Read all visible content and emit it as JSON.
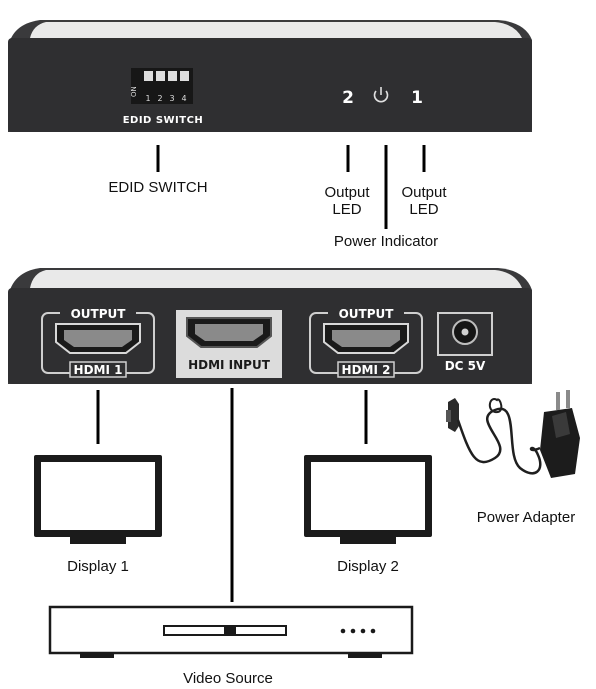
{
  "front_panel": {
    "dip_numbers": [
      "1",
      "2",
      "3",
      "4"
    ],
    "dip_side_text": "ON",
    "switch_label": "EDID SWITCH",
    "led_2": "2",
    "led_1": "1"
  },
  "callouts": {
    "edid_switch": "EDID SWITCH",
    "output_led_left": [
      "Output",
      "LED"
    ],
    "output_led_right": [
      "Output",
      "LED"
    ],
    "power_indicator": "Power Indicator"
  },
  "rear_panel": {
    "port_left_top": "OUTPUT",
    "port_left_bottom": "HDMI 1",
    "port_center": "HDMI INPUT",
    "port_right_top": "OUTPUT",
    "port_right_bottom": "HDMI 2",
    "dc_label": "DC 5V"
  },
  "devices": {
    "display_1": "Display 1",
    "display_2": "Display 2",
    "video_source": "Video Source",
    "power_adapter": "Power Adapter"
  },
  "colors": {
    "device_body": "#2f2f31",
    "device_top": "#e8e8e8",
    "input_port_bg": "#dcdcdc"
  }
}
